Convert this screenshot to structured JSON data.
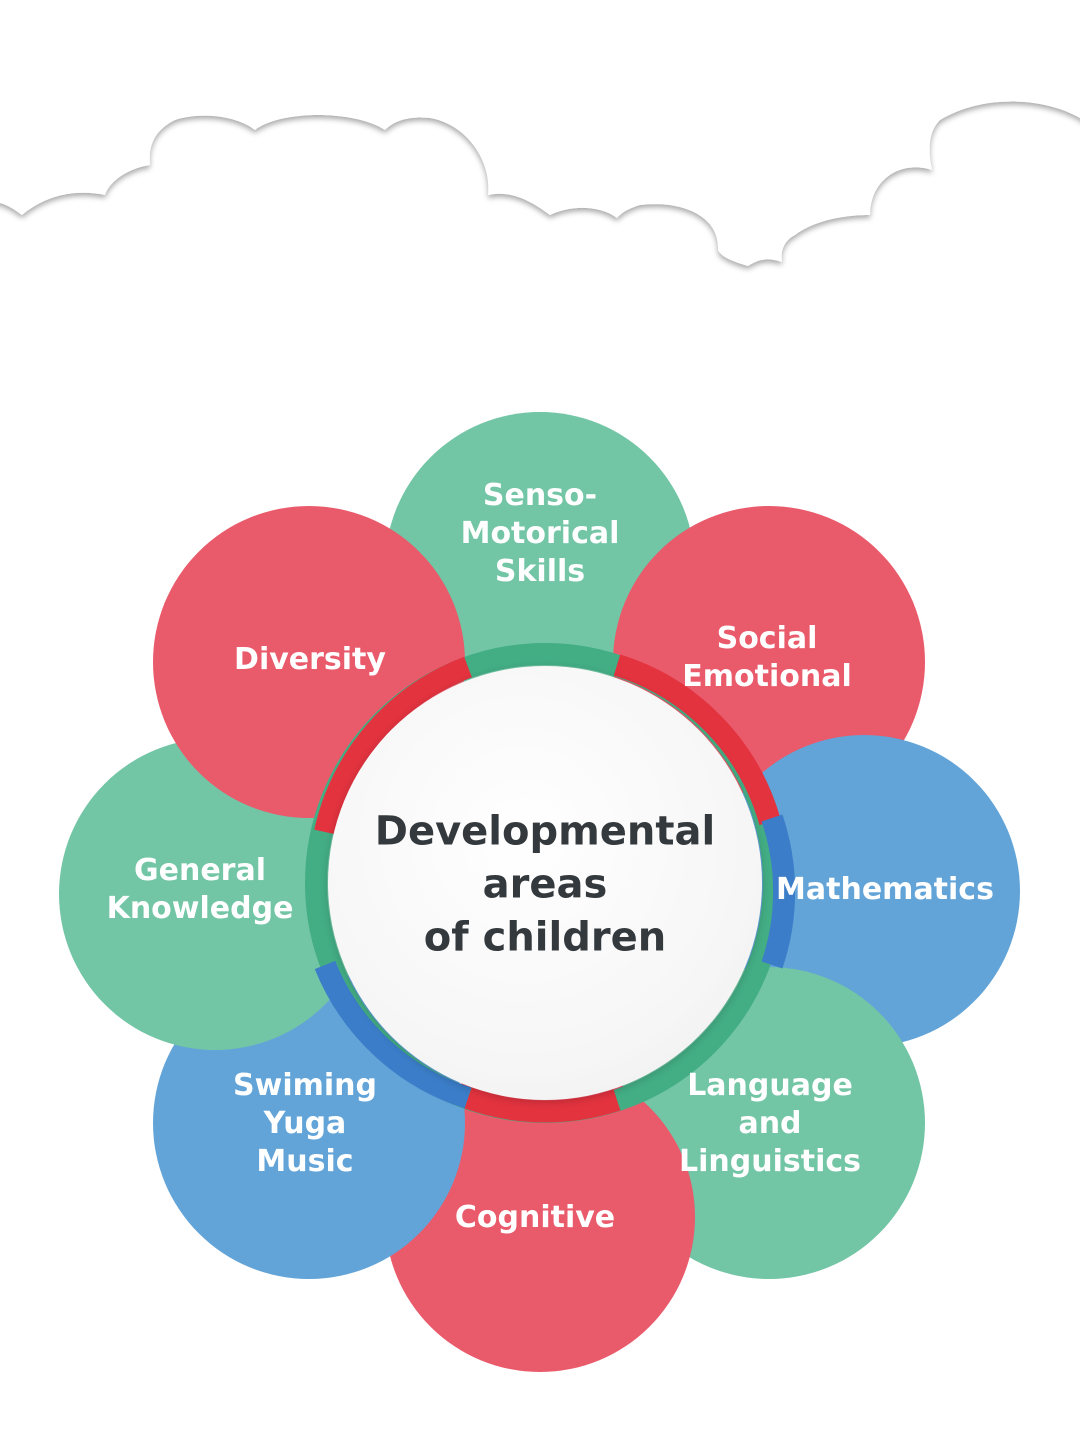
{
  "colors": {
    "green": "#72c5a5",
    "red": "#e95a6b",
    "blue": "#62a4d8",
    "ring_green": "#43ad84",
    "ring_red": "#e2333f",
    "ring_blue": "#3b7dc8",
    "center_text": "#33393d"
  },
  "center": {
    "line1": "Developmental",
    "line2": "areas",
    "line3": "of children"
  },
  "areas": [
    {
      "id": "senso-motorical",
      "color": "green",
      "lines": [
        "Senso-",
        "Motorical",
        "Skills"
      ]
    },
    {
      "id": "social-emotional",
      "color": "red",
      "lines": [
        "Social",
        "Emotional"
      ]
    },
    {
      "id": "mathematics",
      "color": "blue",
      "lines": [
        "Mathematics"
      ]
    },
    {
      "id": "language",
      "color": "green",
      "lines": [
        "Language",
        "and",
        "Linguistics"
      ]
    },
    {
      "id": "cognitive",
      "color": "red",
      "lines": [
        "Cognitive"
      ]
    },
    {
      "id": "swiming",
      "color": "blue",
      "lines": [
        "Swiming",
        "Yuga",
        "Music"
      ]
    },
    {
      "id": "general-knowledge",
      "color": "green",
      "lines": [
        "General",
        "Knowledge"
      ]
    },
    {
      "id": "diversity",
      "color": "red",
      "lines": [
        "Diversity"
      ]
    }
  ]
}
